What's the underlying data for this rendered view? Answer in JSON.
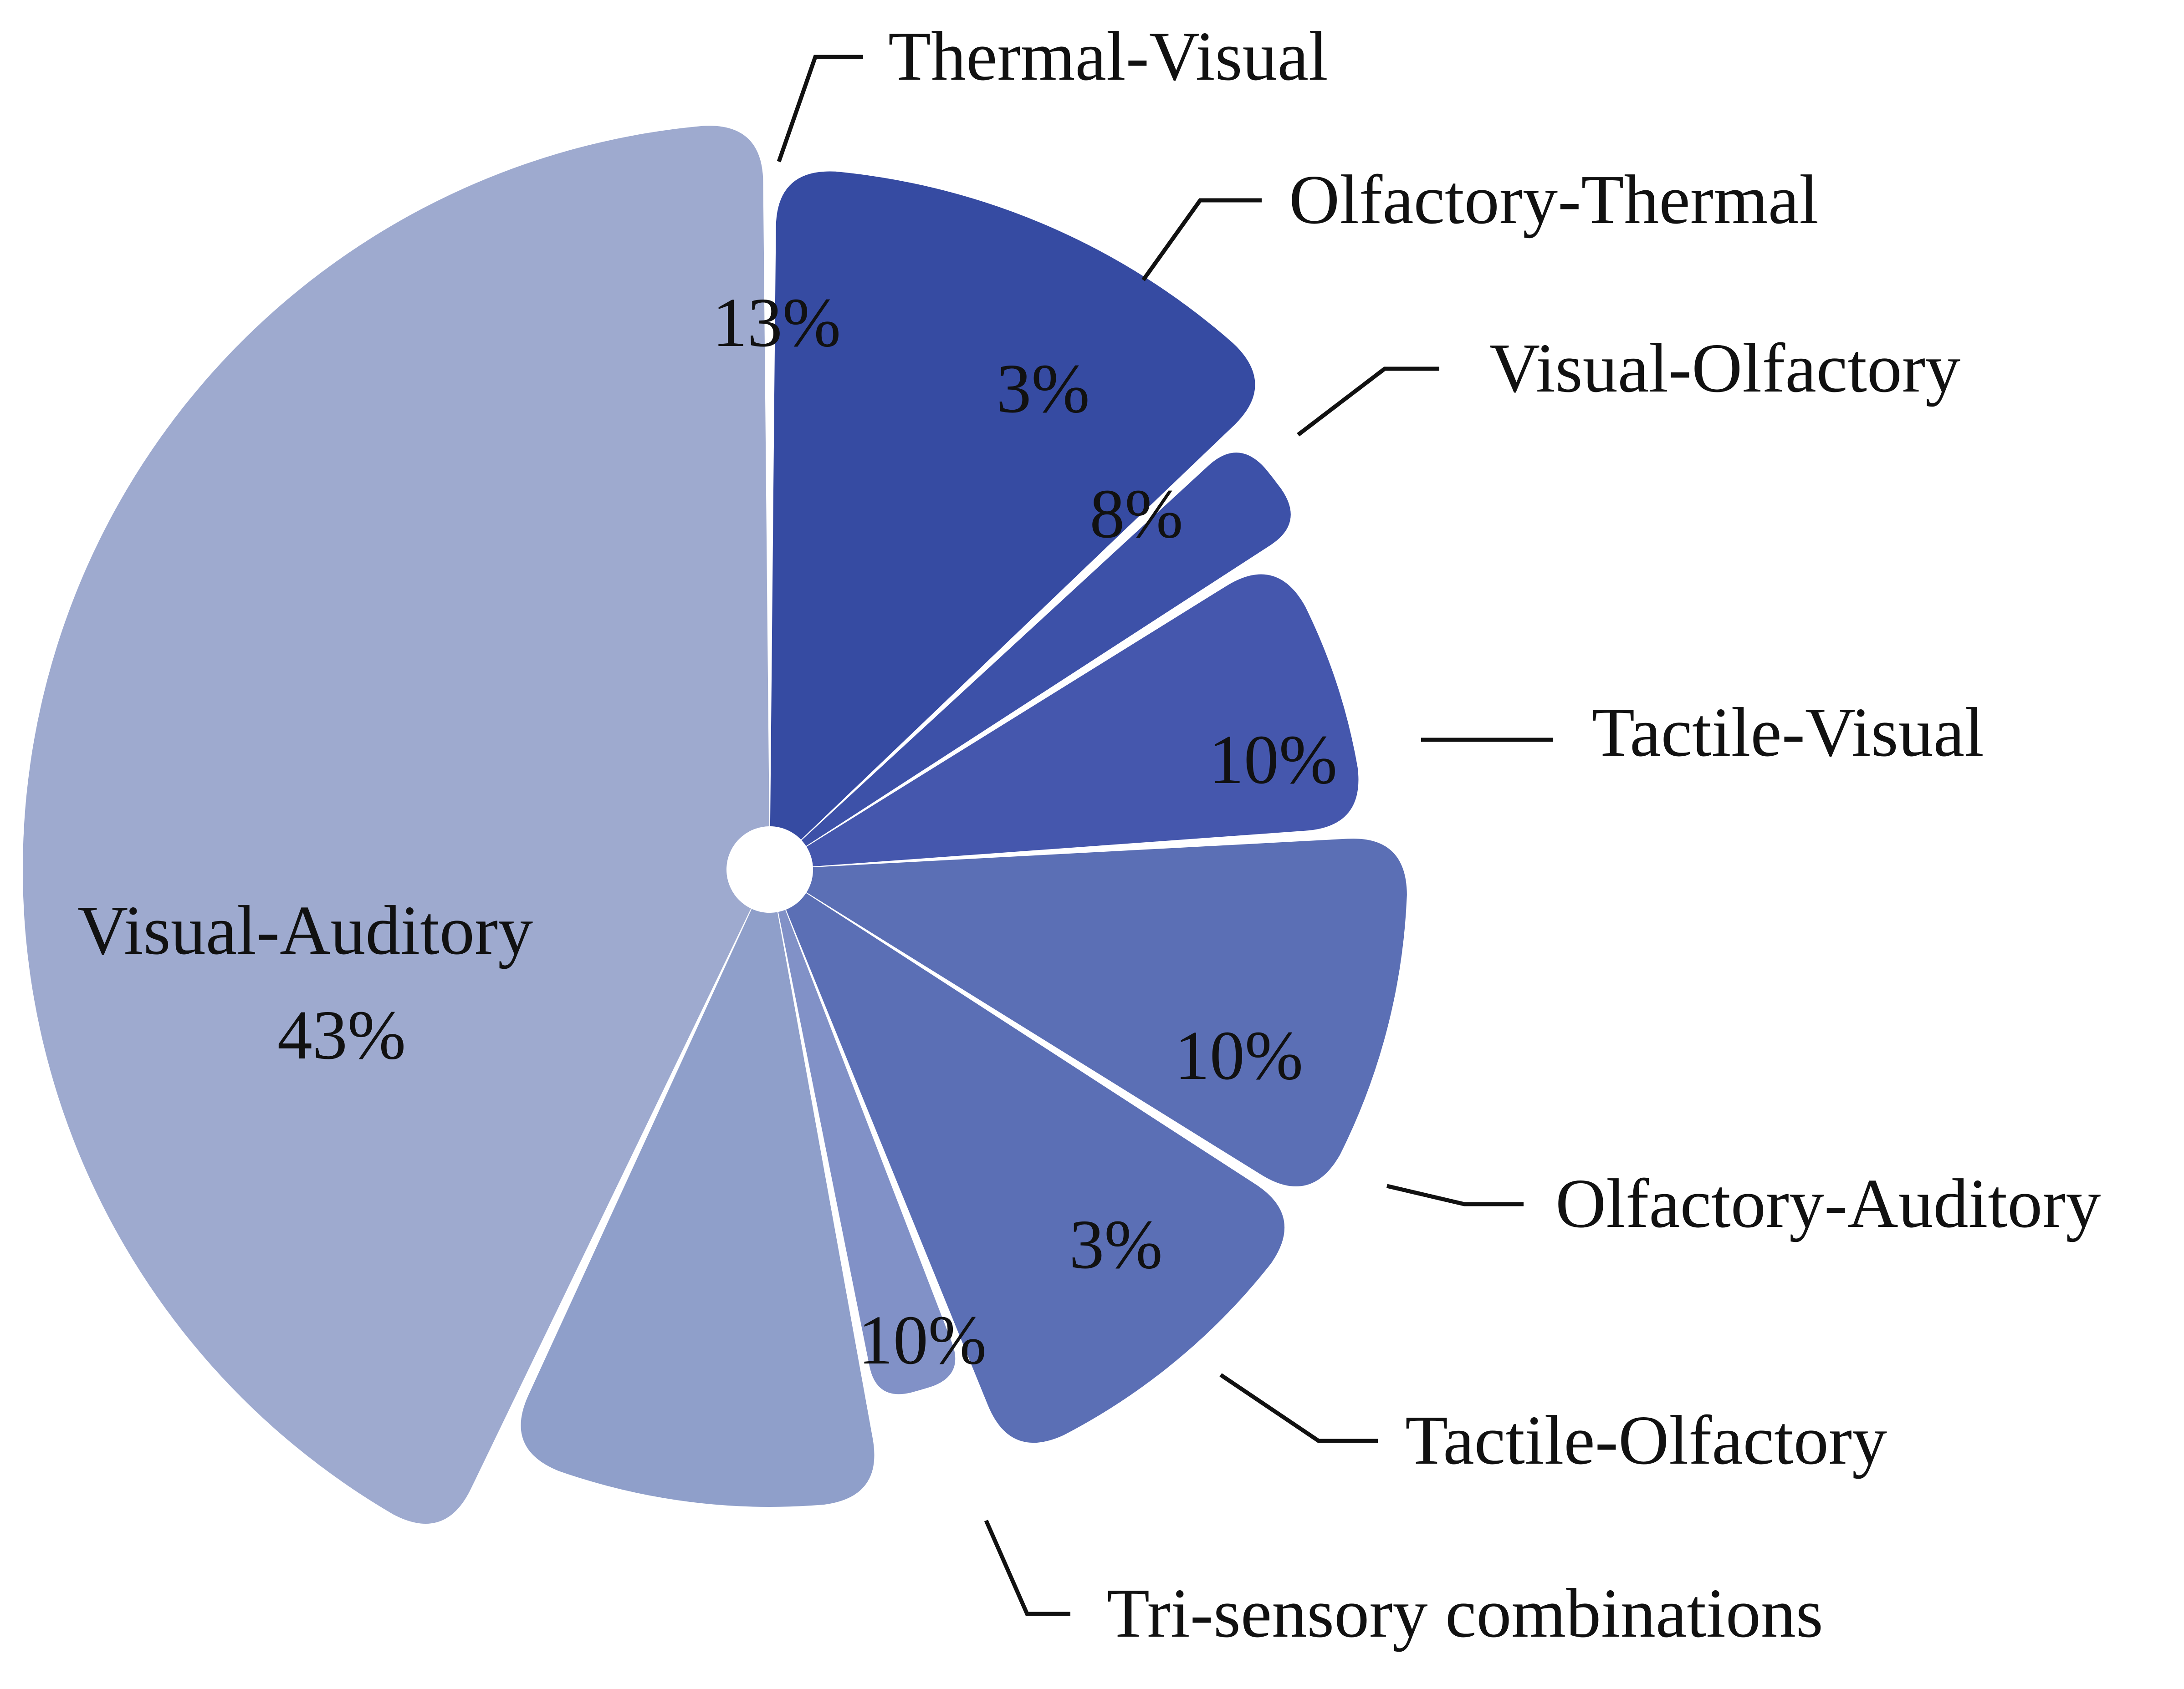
{
  "chart_data": {
    "type": "pie",
    "variant": "exploded-rounded-rose",
    "start": "top, clockwise",
    "slices": [
      {
        "label": "Thermal-Visual",
        "value": 13,
        "value_label": "13%",
        "color": "#364ba2"
      },
      {
        "label": "Olfactory-Thermal",
        "value": 3,
        "value_label": "3%",
        "color": "#3d51a8"
      },
      {
        "label": "Visual-Olfactory",
        "value": 8,
        "value_label": "8%",
        "color": "#4557ad"
      },
      {
        "label": "Tactile-Visual",
        "value": 10,
        "value_label": "10%",
        "color": "#5b6fb5"
      },
      {
        "label": "Olfactory-Auditory",
        "value": 10,
        "value_label": "10%",
        "color": "#5b6fb5"
      },
      {
        "label": "Tactile-Olfactory",
        "value": 3,
        "value_label": "3%",
        "color": "#8191c7"
      },
      {
        "label": "Tri-sensory combinations",
        "value": 10,
        "value_label": "10%",
        "color": "#8f9fca"
      },
      {
        "label": "Visual-Auditory",
        "value": 43,
        "value_label": "43%",
        "color": "#9eaacf"
      }
    ]
  }
}
